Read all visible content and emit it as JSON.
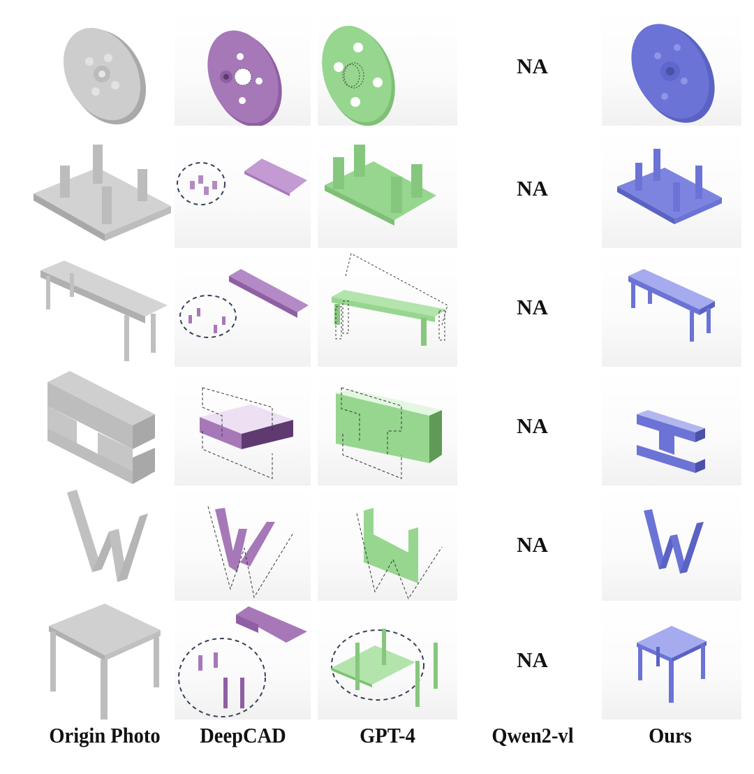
{
  "figure": {
    "columns": [
      {
        "key": "origin",
        "label": "Origin Photo",
        "color": "#c8c8c8"
      },
      {
        "key": "deepcad",
        "label": "DeepCAD",
        "color": "#a678b8"
      },
      {
        "key": "gpt4",
        "label": "GPT-4",
        "color": "#97d68f"
      },
      {
        "key": "qwen",
        "label": "Qwen2-vl",
        "color": null
      },
      {
        "key": "ours",
        "label": "Ours",
        "color": "#6b73d6"
      }
    ],
    "rows": [
      {
        "object": "flange-disc",
        "qwen": "NA"
      },
      {
        "object": "plate-with-four-pillars",
        "qwen": "NA"
      },
      {
        "object": "bench",
        "qwen": "NA"
      },
      {
        "object": "h-block",
        "qwen": "NA"
      },
      {
        "object": "w-letter",
        "qwen": "NA"
      },
      {
        "object": "square-table",
        "qwen": "NA"
      }
    ]
  }
}
